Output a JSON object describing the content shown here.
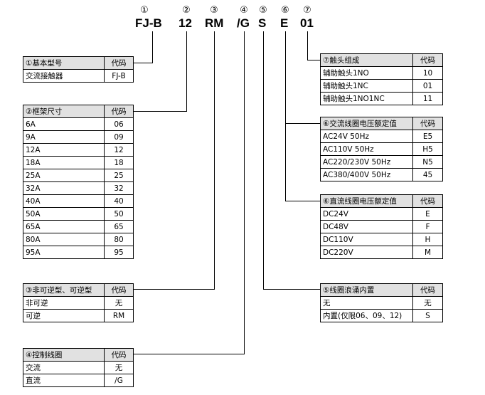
{
  "code_parts": [
    {
      "num": "①",
      "code": "FJ-B"
    },
    {
      "num": "②",
      "code": "12"
    },
    {
      "num": "③",
      "code": "RM"
    },
    {
      "num": "④",
      "code": "/G"
    },
    {
      "num": "⑤",
      "code": "S"
    },
    {
      "num": "⑥",
      "code": "E"
    },
    {
      "num": "⑦",
      "code": "01"
    }
  ],
  "tables": {
    "base_model": {
      "header": "①基本型号",
      "code_header": "代码",
      "rows": [
        [
          "交流接触器",
          "FJ-B"
        ]
      ]
    },
    "frame_size": {
      "header": "②框架尺寸",
      "code_header": "代码",
      "rows": [
        [
          "6A",
          "06"
        ],
        [
          "9A",
          "09"
        ],
        [
          "12A",
          "12"
        ],
        [
          "18A",
          "18"
        ],
        [
          "25A",
          "25"
        ],
        [
          "32A",
          "32"
        ],
        [
          "40A",
          "40"
        ],
        [
          "50A",
          "50"
        ],
        [
          "65A",
          "65"
        ],
        [
          "80A",
          "80"
        ],
        [
          "95A",
          "95"
        ]
      ]
    },
    "reversible": {
      "header": "③非可逆型、可逆型",
      "code_header": "代码",
      "rows": [
        [
          "非可逆",
          "无"
        ],
        [
          "可逆",
          "RM"
        ]
      ]
    },
    "control_coil": {
      "header": "④控制线圈",
      "code_header": "代码",
      "rows": [
        [
          "交流",
          "无"
        ],
        [
          "直流",
          "/G"
        ]
      ]
    },
    "surge_absorber": {
      "header": "⑤线圈浪涌内置",
      "code_header": "代码",
      "rows": [
        [
          "无",
          "无"
        ],
        [
          "内置(仅限06、09、12)",
          "S"
        ]
      ]
    },
    "dc_coil_voltage": {
      "header": "⑥直流线圈电压额定值",
      "code_header": "代码",
      "rows": [
        [
          "DC24V",
          "E"
        ],
        [
          "DC48V",
          "F"
        ],
        [
          "DC110V",
          "H"
        ],
        [
          "DC220V",
          "M"
        ]
      ]
    },
    "ac_coil_voltage": {
      "header": "⑥交流线圈电压额定值",
      "code_header": "代码",
      "rows": [
        [
          "AC24V 50Hz",
          "E5"
        ],
        [
          "AC110V 50Hz",
          "H5"
        ],
        [
          "AC220/230V 50Hz",
          "N5"
        ],
        [
          "AC380/400V 50Hz",
          "45"
        ]
      ]
    },
    "aux_contacts": {
      "header": "⑦触头组成",
      "code_header": "代码",
      "rows": [
        [
          "辅助触头1NO",
          "10"
        ],
        [
          "辅助触头1NC",
          "01"
        ],
        [
          "辅助触头1NO1NC",
          "11"
        ]
      ]
    }
  }
}
